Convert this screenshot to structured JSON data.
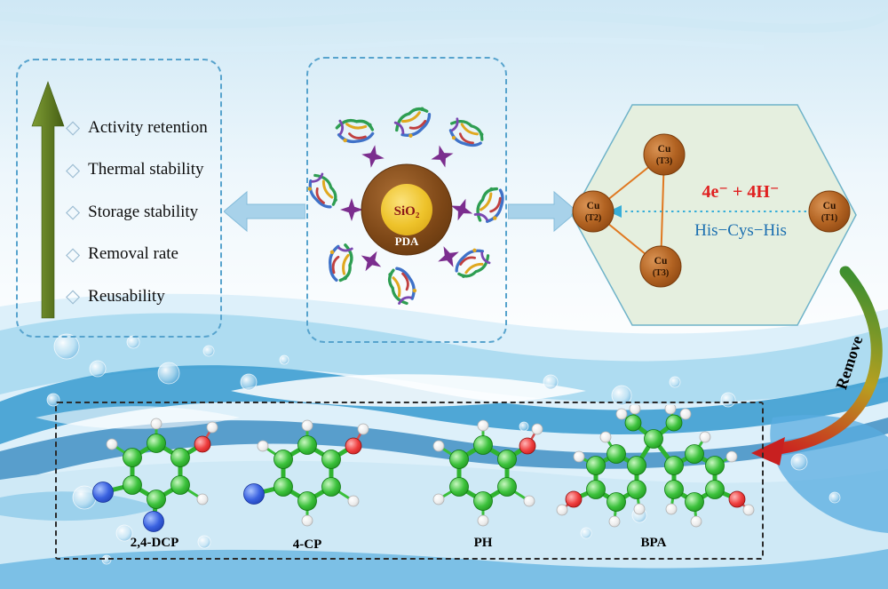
{
  "left_panel": {
    "bullet": "◇",
    "items": [
      {
        "label": "Activity retention"
      },
      {
        "label": "Thermal stability"
      },
      {
        "label": "Storage stability"
      },
      {
        "label": "Removal rate"
      },
      {
        "label": "Reusability"
      }
    ]
  },
  "nanoparticle": {
    "core_label": "SiO₂",
    "shell_label": "PDA"
  },
  "hexagon": {
    "reaction_text": "4e⁻ + 4H⁻",
    "ligand_text": "His−Cys−His",
    "sites": [
      {
        "metal": "Cu",
        "site": "(T3)"
      },
      {
        "metal": "Cu",
        "site": "(T2)"
      },
      {
        "metal": "Cu",
        "site": "(T3)"
      },
      {
        "metal": "Cu",
        "site": "(T1)"
      }
    ]
  },
  "remove_arrow": {
    "label": "Remove"
  },
  "molecules": [
    {
      "name": "2,4-DCP"
    },
    {
      "name": "4-CP"
    },
    {
      "name": "PH"
    },
    {
      "name": "BPA"
    }
  ],
  "colors": {
    "water_blue": "#3f9ed2",
    "deep_blue": "#1f7ab8",
    "panel_dash_blue": "#57a3cd",
    "hexagon_fill": "#e5efdf",
    "copper": "#b26322",
    "shell_brown": "#7c4616",
    "core_yellow": "#eec32b",
    "star_purple": "#7b2d8e",
    "reaction_red": "#e02020",
    "ligand_blue": "#1b6fb0",
    "arrow_green": "#3f8f2f",
    "arrow_red": "#cc2020",
    "carbon_green": "#2fb32f",
    "chlorine_blue": "#3a62e0",
    "oxygen_red": "#ef4040"
  }
}
